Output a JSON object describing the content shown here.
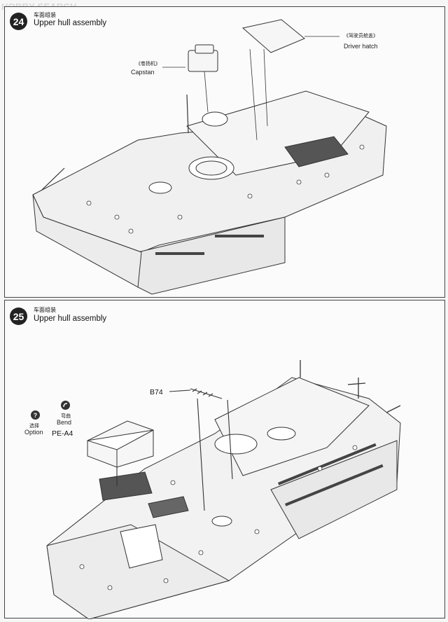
{
  "watermark": "HOBBY SEARCH",
  "step24": {
    "number": "24",
    "title_cn": "车面组装",
    "title_en": "Upper hull assembly",
    "callouts": {
      "capstan_cn": "《卷扬机》",
      "capstan_en": "Capstan",
      "driver_hatch_cn": "《驾驶员舱盖》",
      "driver_hatch_en": "Driver hatch"
    }
  },
  "step25": {
    "number": "25",
    "title_cn": "车面组装",
    "title_en": "Upper hull assembly",
    "legend": {
      "option_icon": "?",
      "option_cn": "选择",
      "option_en": "Option",
      "bend_icon": "bend-icon",
      "bend_cn": "弯曲",
      "bend_en": "Bend"
    },
    "parts": {
      "b74": "B74",
      "pe_a4": "PE-A4"
    }
  },
  "colors": {
    "ink": "#111111",
    "line": "#333333",
    "panel_bg": "#fbfbfb",
    "watermark": "#d7d7d7"
  }
}
